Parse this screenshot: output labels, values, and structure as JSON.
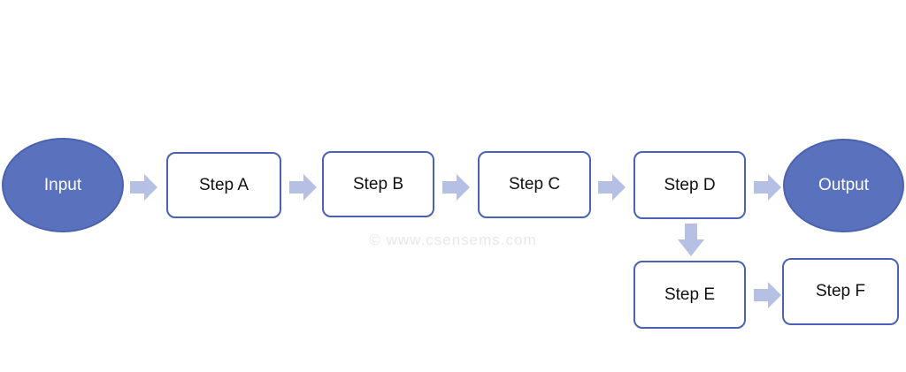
{
  "diagram": {
    "title": "process-flowchart",
    "watermark": "© www.csensems.com",
    "nodes": {
      "input": {
        "label": "Input",
        "shape": "ellipse"
      },
      "step_a": {
        "label": "Step A",
        "shape": "rounded-rect"
      },
      "step_b": {
        "label": "Step B",
        "shape": "rounded-rect"
      },
      "step_c": {
        "label": "Step C",
        "shape": "rounded-rect"
      },
      "step_d": {
        "label": "Step D",
        "shape": "rounded-rect"
      },
      "step_e": {
        "label": "Step E",
        "shape": "rounded-rect"
      },
      "step_f": {
        "label": "Step F",
        "shape": "rounded-rect"
      },
      "output": {
        "label": "Output",
        "shape": "ellipse"
      }
    },
    "edges": [
      "Input -> Step A",
      "Step A -> Step B",
      "Step B -> Step C",
      "Step C -> Step D",
      "Step D -> Output",
      "Step D -> Step E (down)",
      "Step E -> Step F"
    ],
    "colors": {
      "terminal_fill": "#5a72be",
      "terminal_border": "#4b63af",
      "box_border": "#4a62b4",
      "box_fill": "#ffffff",
      "arrow_fill": "#b5c0e4",
      "label_light": "#ffffff",
      "label_dark": "#111111",
      "watermark_color": "#e8e8e8"
    }
  }
}
